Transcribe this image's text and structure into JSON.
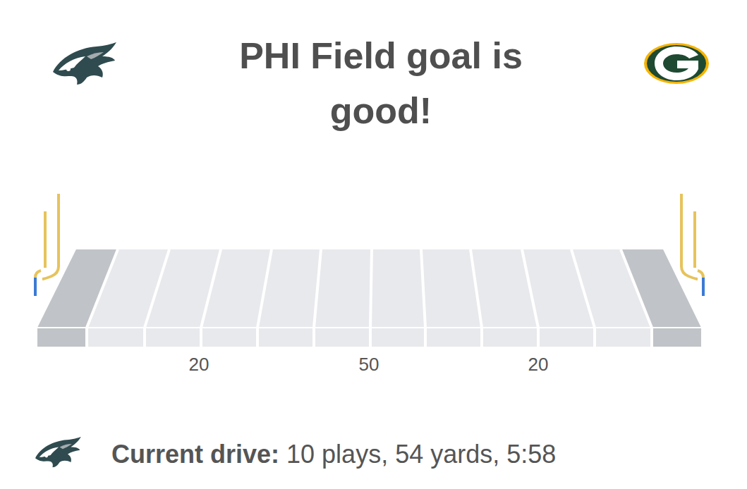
{
  "diagram": {
    "title": "PHI Field goal is good!",
    "labels": [
      "20",
      "50",
      "20",
      "Current drive:",
      "10 plays, 54 yards, 5:58"
    ]
  }
}
